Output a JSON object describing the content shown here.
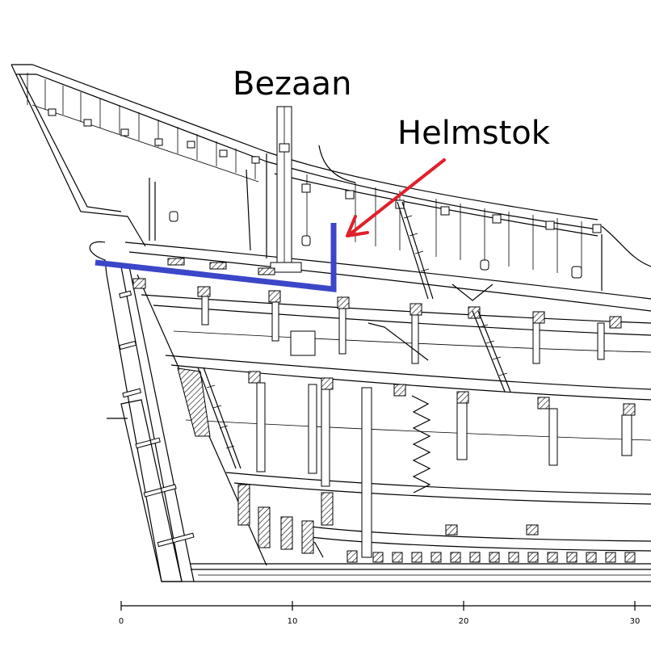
{
  "labels": {
    "mast": "Bezaan",
    "tiller": "Helmstok"
  },
  "scale": {
    "ticks": [
      "0",
      "10",
      "20",
      "30"
    ]
  },
  "colors": {
    "highlight": "#3c46c8",
    "arrow": "#e0202a",
    "lines": "#000000",
    "background": "#ffffff"
  }
}
